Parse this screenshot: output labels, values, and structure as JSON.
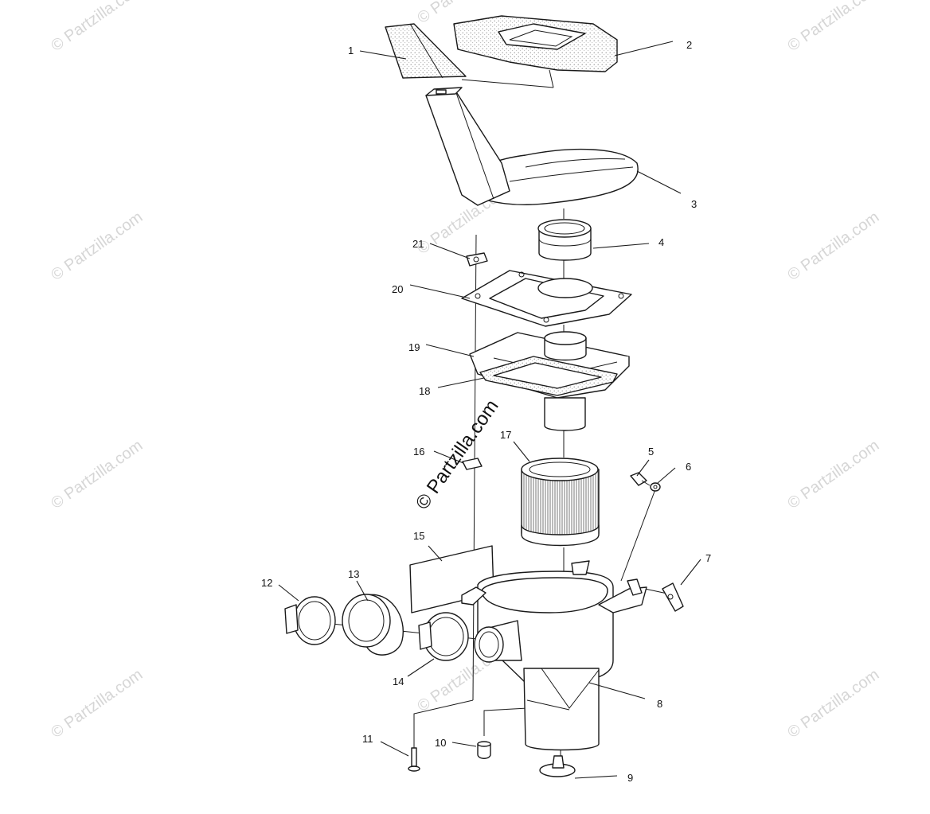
{
  "watermark_small": "© Partzilla.com",
  "watermark_main": "© Partzilla.com",
  "callouts": {
    "p1": "1",
    "p2": "2",
    "p3": "3",
    "p4": "4",
    "p5": "5",
    "p6": "6",
    "p7": "7",
    "p8": "8",
    "p9": "9",
    "p10": "10",
    "p11": "11",
    "p12": "12",
    "p13": "13",
    "p14": "14",
    "p15": "15",
    "p16": "16",
    "p17": "17",
    "p18": "18",
    "p19": "19",
    "p20": "20",
    "p21": "21"
  },
  "colors": {
    "line": "#1a1a1a",
    "watermark": "#d6d6d6",
    "background": "#ffffff"
  }
}
